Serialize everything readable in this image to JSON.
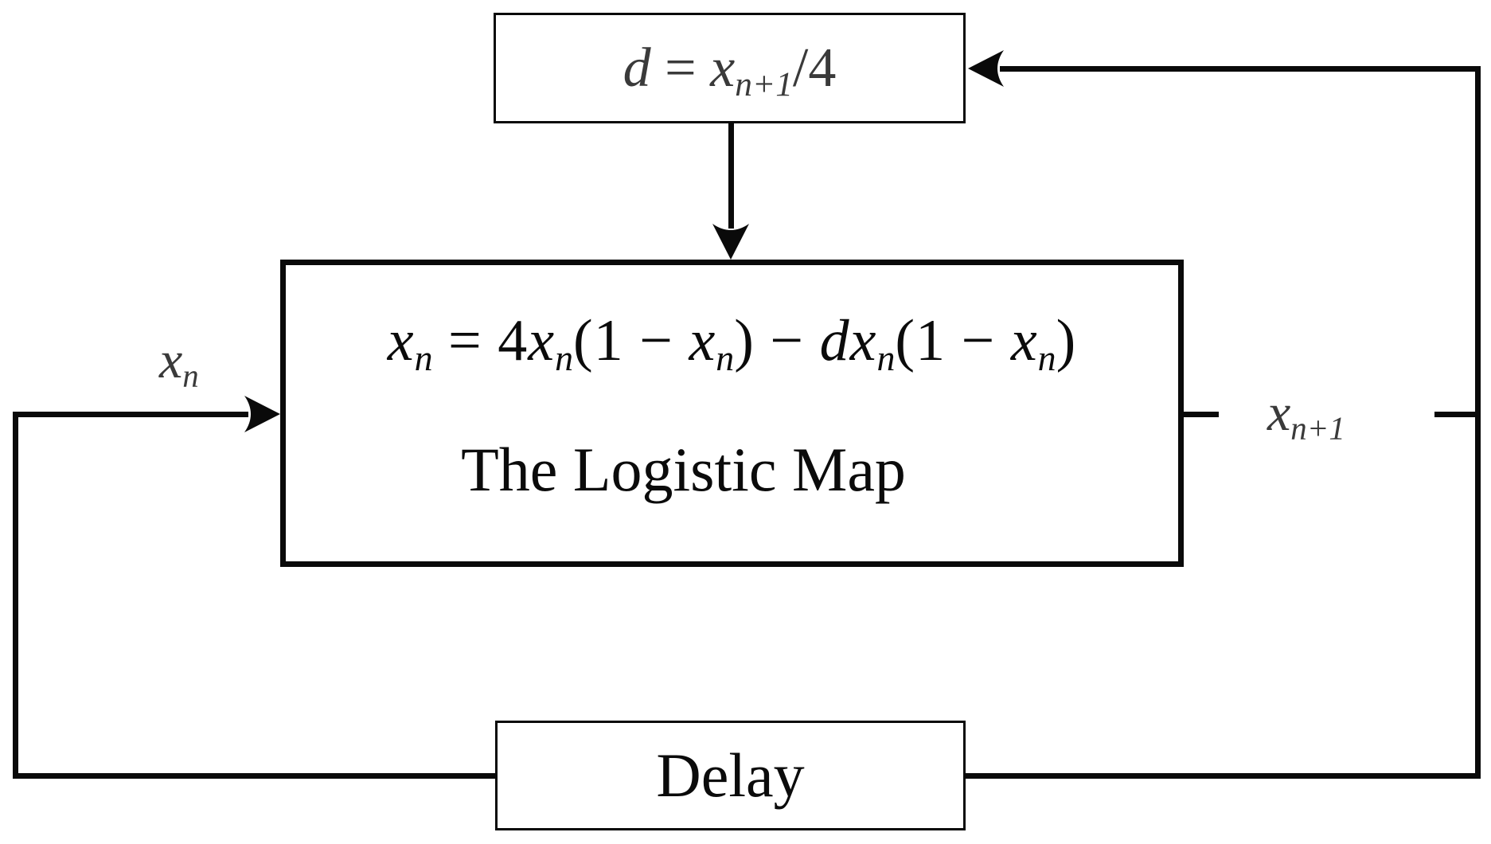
{
  "diagram": {
    "title_semantic": "logistic-map-block-diagram",
    "colors": {
      "background": "#ffffff",
      "line": "#0a0a0a",
      "black_text": "#0b0b0b",
      "gray_text": "#3a3a3a"
    },
    "d_box": {
      "formula": [
        {
          "t": "d",
          "i": 1
        },
        {
          "t": " = "
        },
        {
          "t": "x",
          "i": 1,
          "sub": "n+1"
        },
        {
          "t": "/4"
        }
      ]
    },
    "map_box": {
      "equation": [
        {
          "t": "x",
          "i": 1,
          "sub": "n"
        },
        {
          "t": " = 4"
        },
        {
          "t": "x",
          "i": 1,
          "sub": "n"
        },
        {
          "t": "(1 − "
        },
        {
          "t": "x",
          "i": 1,
          "sub": "n"
        },
        {
          "t": ") − "
        },
        {
          "t": "d",
          "i": 1
        },
        {
          "t": "x",
          "i": 1,
          "sub": "n"
        },
        {
          "t": "(1 − "
        },
        {
          "t": "x",
          "i": 1,
          "sub": "n"
        },
        {
          "t": ")"
        }
      ],
      "title": "The Logistic Map"
    },
    "delay_box": {
      "label": "Delay"
    },
    "labels": {
      "input": [
        {
          "t": "x",
          "i": 1,
          "sub": "n"
        }
      ],
      "output": [
        {
          "t": "x",
          "i": 1,
          "sub": "n+1"
        }
      ]
    }
  }
}
